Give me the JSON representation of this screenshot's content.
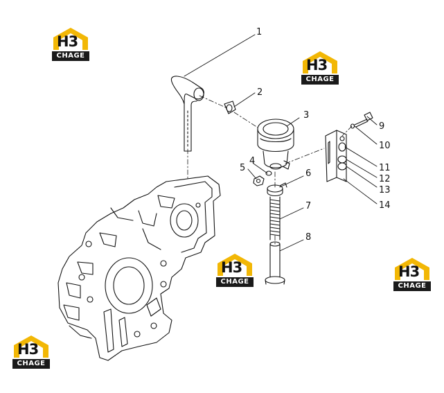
{
  "diagram": {
    "callouts": [
      {
        "id": "1",
        "label": "1"
      },
      {
        "id": "2",
        "label": "2"
      },
      {
        "id": "3",
        "label": "3"
      },
      {
        "id": "4",
        "label": "4"
      },
      {
        "id": "5",
        "label": "5"
      },
      {
        "id": "6",
        "label": "6"
      },
      {
        "id": "7",
        "label": "7"
      },
      {
        "id": "8",
        "label": "8"
      },
      {
        "id": "9",
        "label": "9"
      },
      {
        "id": "10",
        "label": "10"
      },
      {
        "id": "11",
        "label": "11"
      },
      {
        "id": "12",
        "label": "12"
      },
      {
        "id": "13",
        "label": "13"
      },
      {
        "id": "14",
        "label": "14"
      }
    ]
  },
  "watermark": {
    "mark": "H3",
    "band": "CHAGE",
    "colors": {
      "roof": "#f2b705",
      "band": "#1a1a1a",
      "ink": "#111111"
    }
  }
}
